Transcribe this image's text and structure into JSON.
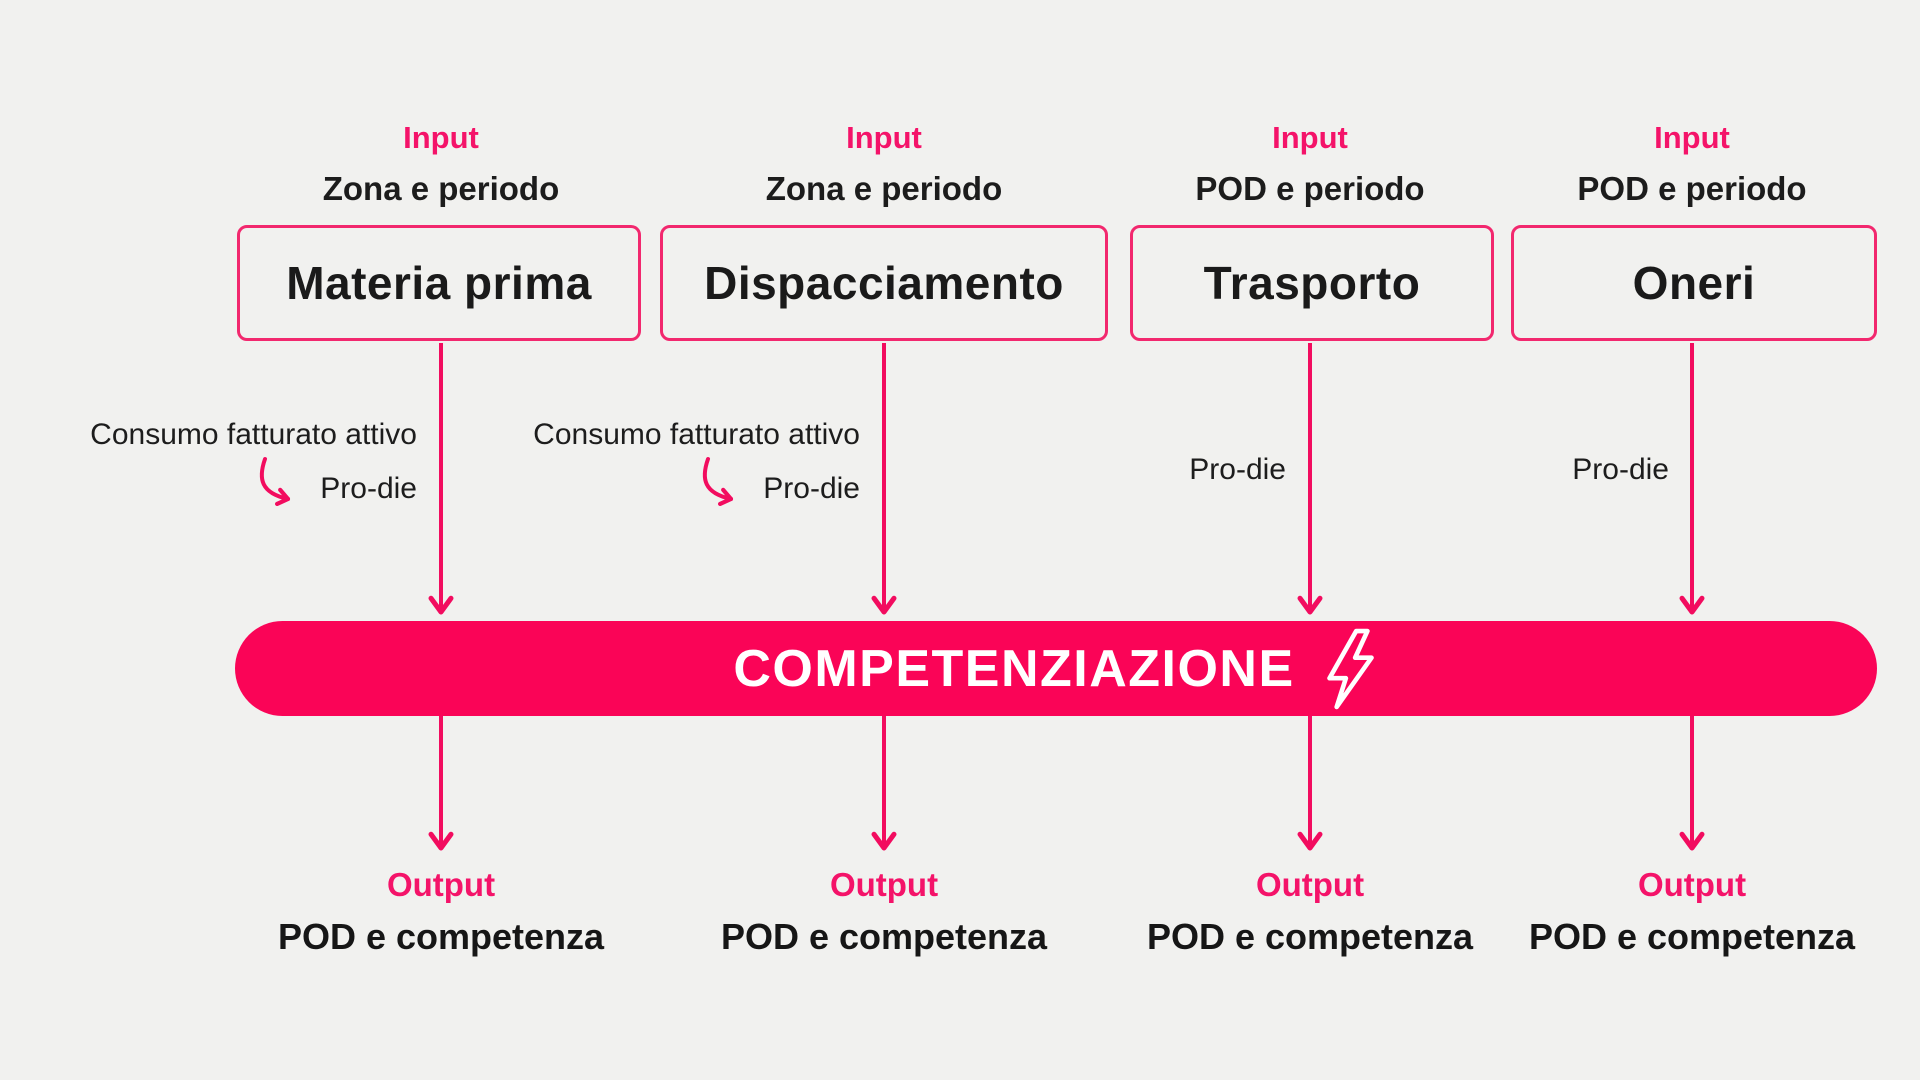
{
  "palette": {
    "background": "#f1f1ef",
    "banner_pink": "#fa0457",
    "accent_pink": "#f41369",
    "box_border_pink": "#f2286e",
    "arrow_pink": "#f20c5f",
    "text_dark": "#1c1c1c",
    "banner_text": "#ffffff"
  },
  "banner": {
    "label": "COMPETENZIAZIONE",
    "icon": "lightning-bolt"
  },
  "icons": {
    "banner_icon": "lightning-bolt-outline",
    "note_icon": "curved-arrow-down-right"
  },
  "columns": [
    {
      "input_label": "Input",
      "input_detail": "Zona e periodo",
      "box_label": "Materia prima",
      "note": "Consumo fatturato attivo",
      "note_sub": "Pro-die",
      "output_label": "Output",
      "output_detail": "POD e competenza"
    },
    {
      "input_label": "Input",
      "input_detail": "Zona e periodo",
      "box_label": "Dispacciamento",
      "note": "Consumo fatturato attivo",
      "note_sub": "Pro-die",
      "output_label": "Output",
      "output_detail": "POD e competenza"
    },
    {
      "input_label": "Input",
      "input_detail": "POD e periodo",
      "box_label": "Trasporto",
      "note_sub": "Pro-die",
      "output_label": "Output",
      "output_detail": "POD e competenza"
    },
    {
      "input_label": "Input",
      "input_detail": "POD e periodo",
      "box_label": "Oneri",
      "note_sub": "Pro-die",
      "output_label": "Output",
      "output_detail": "POD e competenza"
    }
  ]
}
